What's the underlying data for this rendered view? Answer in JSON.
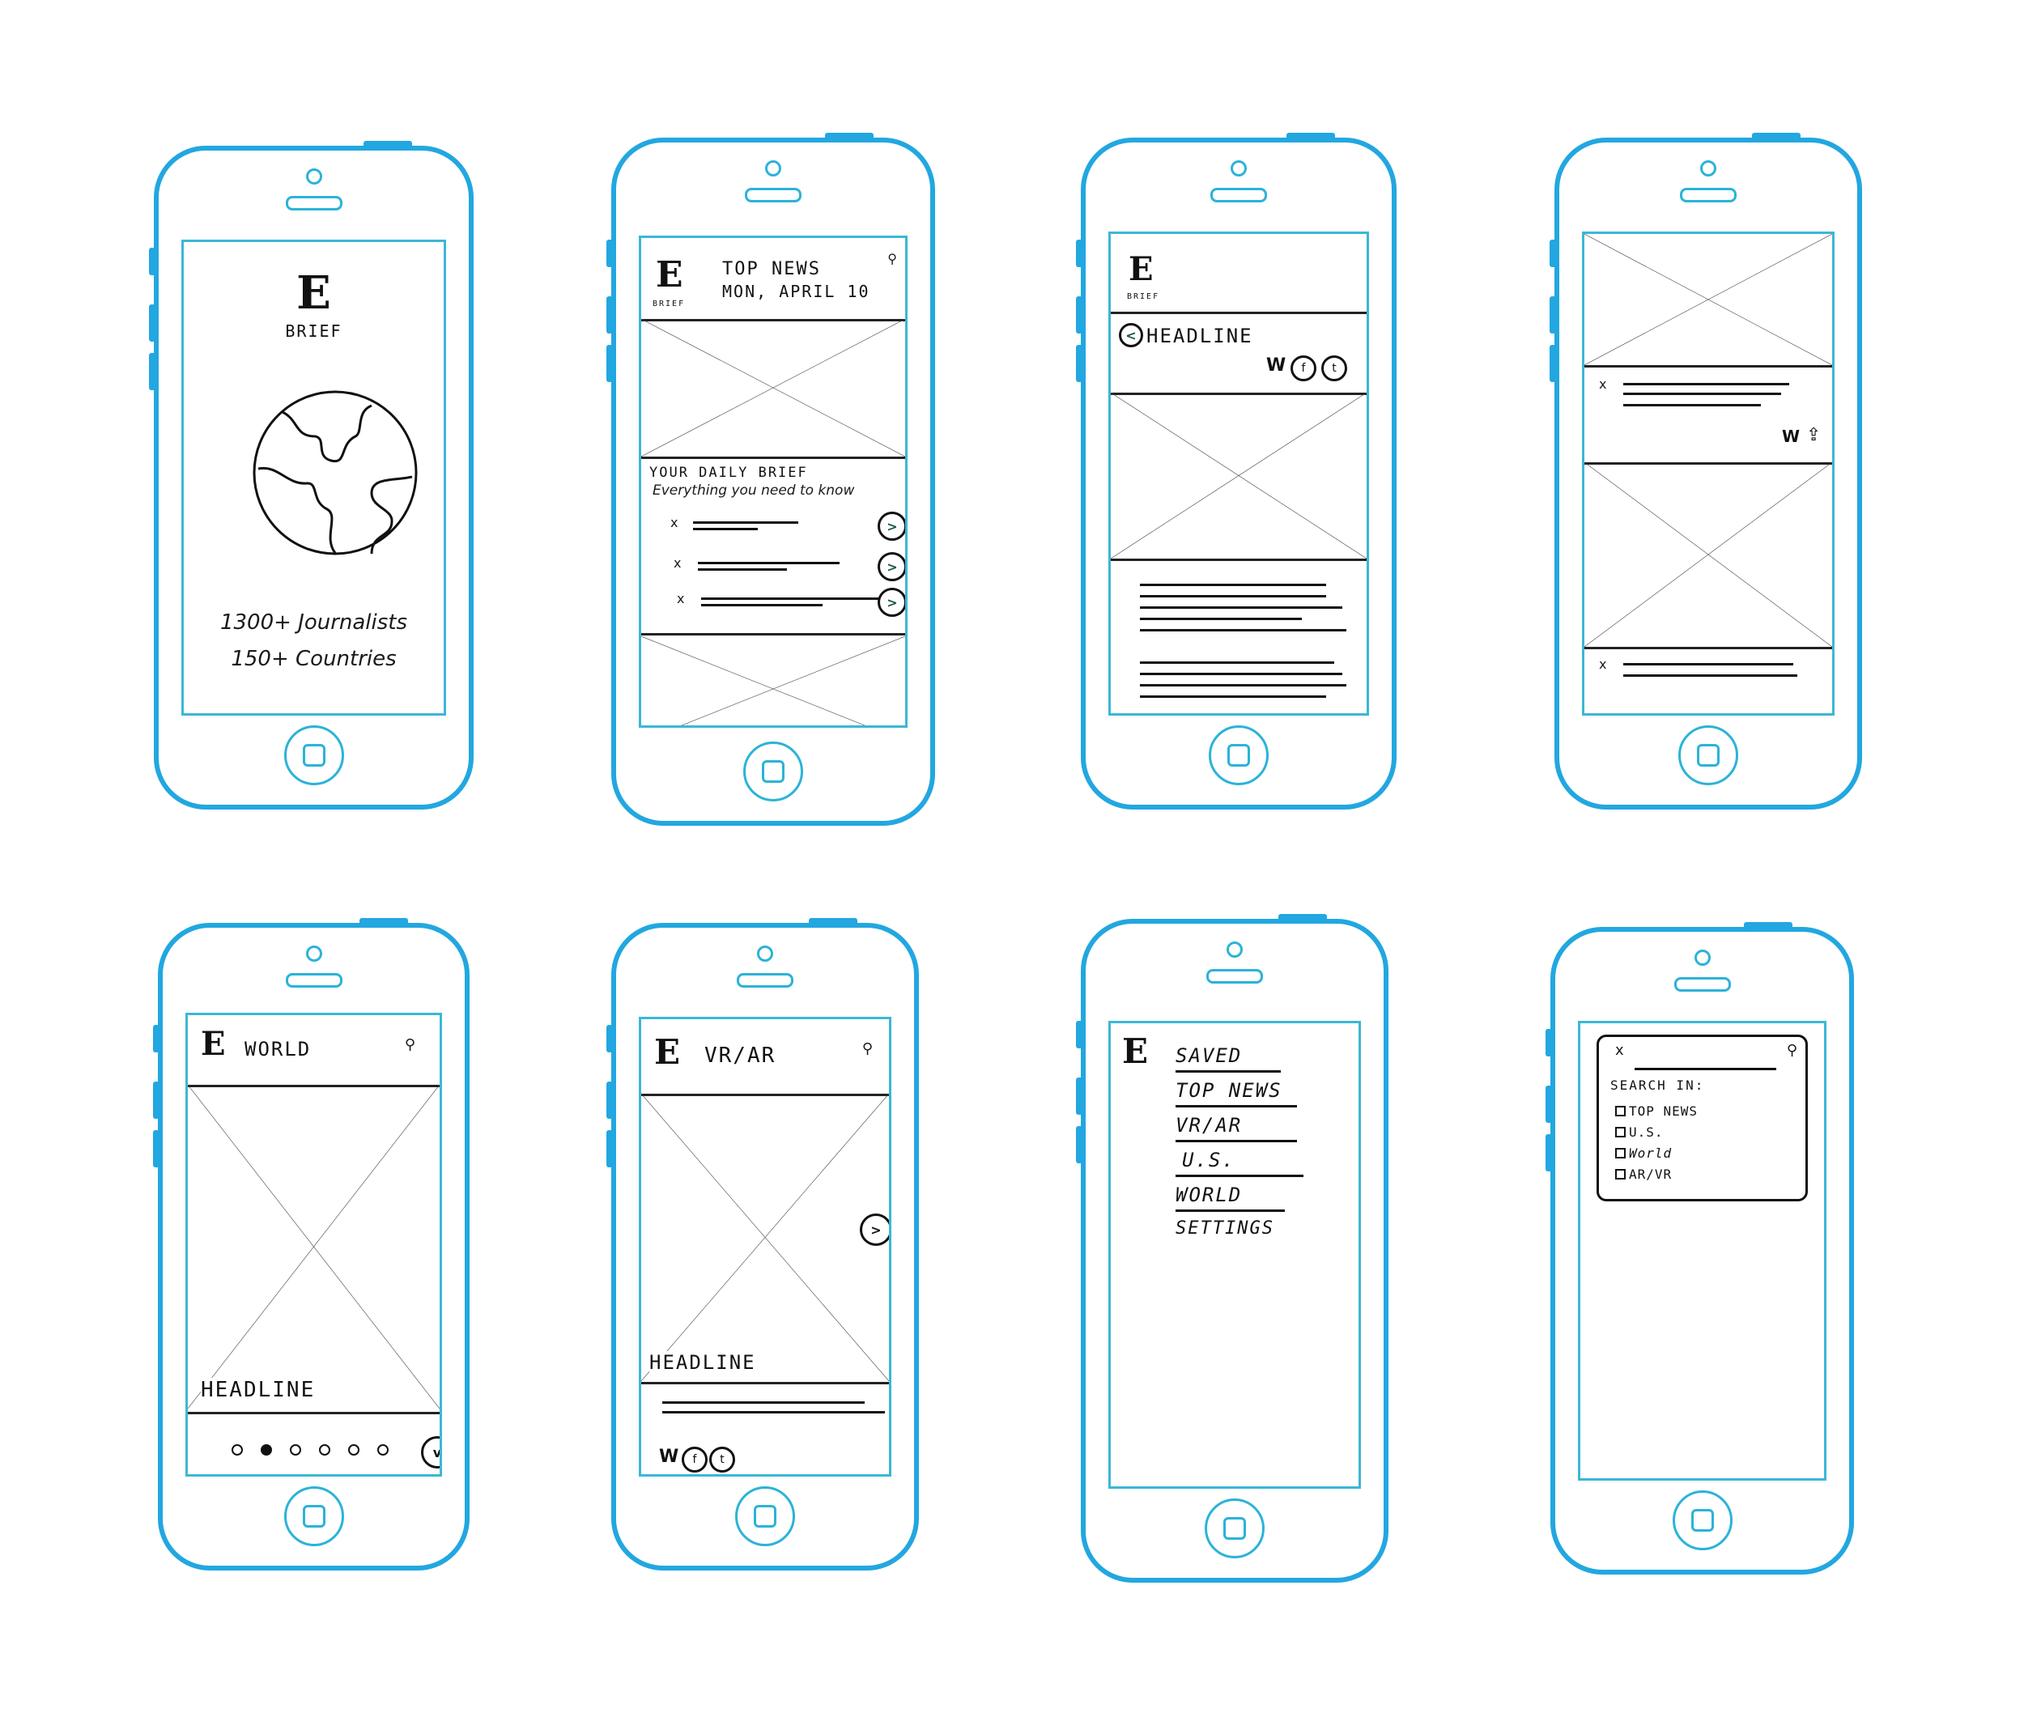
{
  "brand": {
    "logo_glyph": "E",
    "name": "BRIEF"
  },
  "splash": {
    "stat_journalists": "1300+ Journalists",
    "stat_countries": "150+ Countries"
  },
  "top_news": {
    "title": "TOP NEWS",
    "date": "MON, APRIL 10",
    "daily_brief_title": "YOUR DAILY BRIEF",
    "daily_brief_subtitle": "Everything you need to know",
    "bullet": "x",
    "arrow": ">"
  },
  "article": {
    "back": "<",
    "headline": "HEADLINE",
    "bookmark": "W",
    "facebook": "f",
    "twitter": "t"
  },
  "feed": {
    "bullet": "x",
    "bookmark": "W",
    "share": "⇪"
  },
  "world": {
    "title": "WORLD",
    "headline": "HEADLINE",
    "down": "v"
  },
  "vrar": {
    "title": "VR/AR",
    "headline": "HEADLINE",
    "next": ">",
    "bookmark": "W",
    "facebook": "f",
    "twitter": "t"
  },
  "menu": {
    "items": [
      "SAVED",
      "TOP NEWS",
      "VR/AR",
      "U.S.",
      "WORLD",
      "SETTINGS"
    ]
  },
  "search": {
    "close": "x",
    "search_in": "SEARCH IN:",
    "options": [
      "TOP NEWS",
      "U.S.",
      "World",
      "AR/VR"
    ]
  },
  "icons": {
    "search": "search-icon",
    "bookmark": "bookmark-icon",
    "share": "share-icon",
    "close": "close-icon"
  },
  "colors": {
    "phone_outline": "#22a7e0",
    "screen_outline": "#3cb7d6",
    "ink": "#111111"
  }
}
